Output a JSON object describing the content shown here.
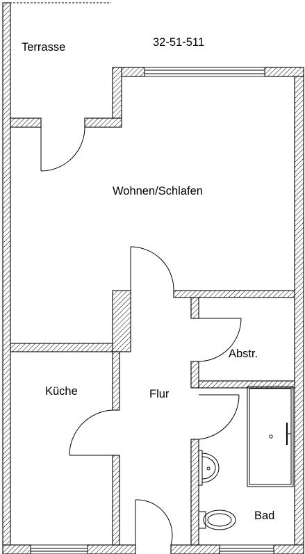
{
  "plan": {
    "unit_id": "32-51-511",
    "rooms": {
      "terrace": "Terrasse",
      "living": "Wohnen/Schlafen",
      "kitchen": "Küche",
      "hall": "Flur",
      "storage": "Abstr.",
      "bath": "Bad"
    }
  },
  "colors": {
    "line": "#000000",
    "background": "#ffffff"
  }
}
